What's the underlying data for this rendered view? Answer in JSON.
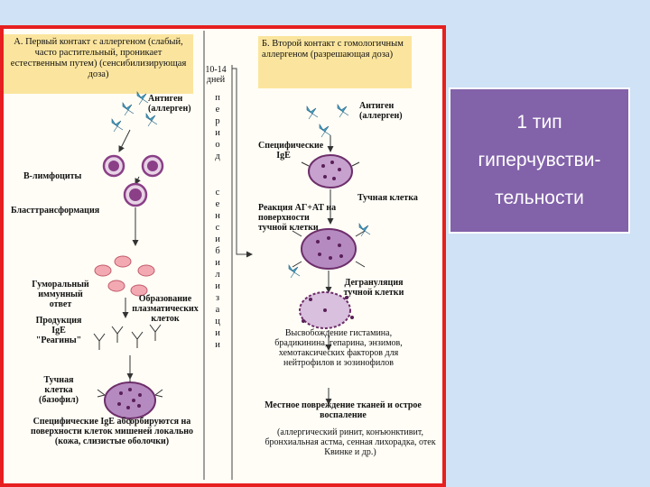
{
  "panel_a": {
    "title": "А. Первый контакт с аллергеном (слабый, часто растительный, проникает естественным путем) (сенсибилизирующая доза)",
    "antigen": "Антиген (аллерген)",
    "b_lymphocytes": "В-лимфоциты",
    "blast": "Бласттрансформация",
    "humoral": "Гуморальный иммунный ответ",
    "plasma": "Образование плазматических клеток",
    "ige_production": "Продукция IgE \"Реагины\"",
    "mast_basophil": "Тучная клетка (базофил)",
    "specific_ige": "Специфические IgE абсорбируются на поверхности клеток мишеней локально (кожа, слизистые оболочки)"
  },
  "middle": {
    "days": "10-14 дней",
    "period_word": "период",
    "sensitization_word": "сенсибилизации"
  },
  "panel_b": {
    "title": "Б. Второй контакт с гомологичным аллергеном (разрешающая доза)",
    "antigen": "Антиген (аллерген)",
    "specific_ige": "Специфические IgE",
    "mast_cell": "Тучная клетка",
    "reaction": "Реакция АГ+АТ на поверхности тучной клетки",
    "degranulation": "Дегрануляция тучной клетки",
    "release": "Высвобождение гистамина, брадикинина, гепарина, энзимов, хемотаксических факторов для нейтрофилов и эозинофилов",
    "damage": "Местное повреждение тканей и острое воспаление",
    "examples": "(аллергический ринит, конъюнктивит, бронхиальная астма, сенная лихорадка, отек Квинке и др.)"
  },
  "card": {
    "line1": "1 тип",
    "line2": "гиперчувстви-",
    "line3": "тельности"
  },
  "colors": {
    "slide_background": "#cfe2f6",
    "frame_border": "#e62020",
    "header_fill": "#fbe59e",
    "card_fill": "#8262a9",
    "cell_purple": "#8a3f86",
    "antigen_blue": "#4aa3c8",
    "plasma_pink": "#f3a9b2"
  }
}
